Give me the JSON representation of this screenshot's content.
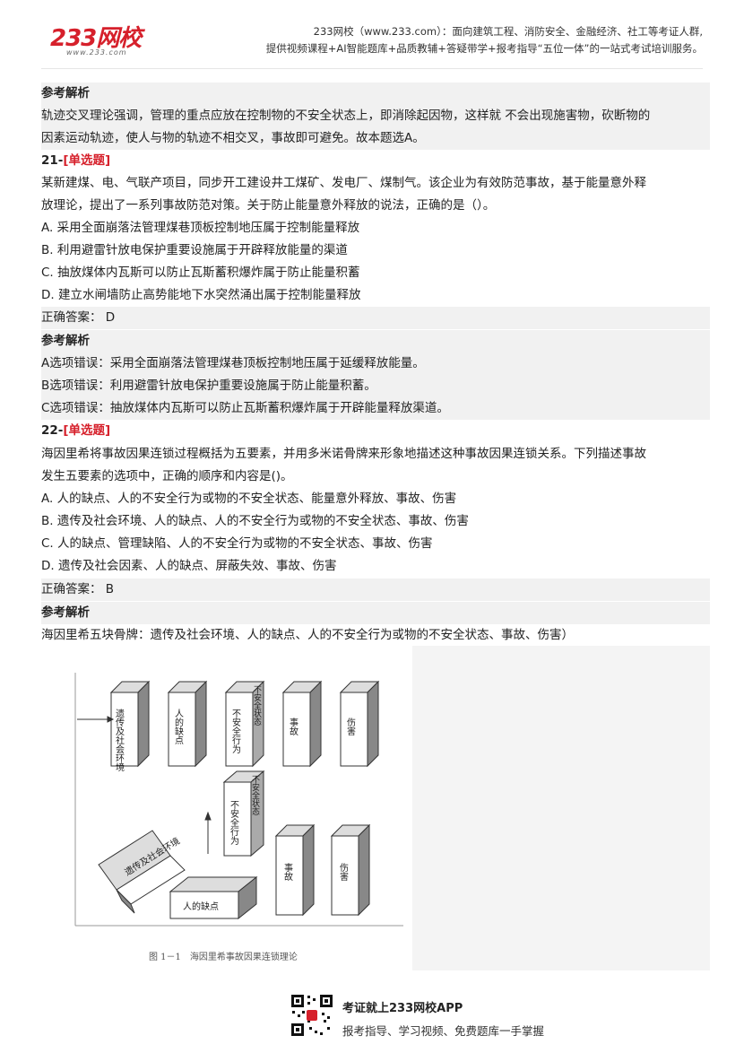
{
  "header": {
    "logo": "233网校",
    "logo_url": "www.233.com",
    "line1": "233网校（www.233.com）：面向建筑工程、消防安全、金融经济、社工等考证人群,",
    "line2": "提供视频课程+AI智能题库+品质教辅+答疑带学+报考指导“五位一体”的一站式考试培训服务。"
  },
  "section_prev": {
    "analysis_title": "参考解析",
    "analysis_line1": "轨迹交叉理论强调，管理的重点应放在控制物的不安全状态上，即消除起因物，这样就 不会出现施害物，砍断物的",
    "analysis_line2": "因素运动轨迹，使人与物的轨迹不相交叉，事故即可避免。故本题选A。"
  },
  "q21": {
    "number": "21-",
    "tag": "[单选题]",
    "stem_line1": "某新建煤、电、气联产项目，同步开工建设井工煤矿、发电厂、煤制气。该企业为有效防范事故，基于能量意外释",
    "stem_line2": "放理论，提出了一系列事故防范对策。关于防止能量意外释放的说法，正确的是（）。",
    "options": [
      "A. 采用全面崩落法管理煤巷顶板控制地压属于控制能量释放",
      "B. 利用避雷针放电保护重要设施属于开辟释放能量的渠道",
      "C. 抽放煤体内瓦斯可以防止瓦斯蓄积爆炸属于防止能量积蓄",
      "D. 建立水闸墙防止高势能地下水突然涌出属于控制能量释放"
    ],
    "answer": "正确答案：  D",
    "analysis_title": "参考解析",
    "analysis": [
      "A选项错误：采用全面崩落法管理煤巷顶板控制地压属于延缓释放能量。",
      "B选项错误：利用避雷针放电保护重要设施属于防止能量积蓄。",
      "C选项错误：抽放煤体内瓦斯可以防止瓦斯蓄积爆炸属于开辟能量释放渠道。"
    ]
  },
  "q22": {
    "number": "22-",
    "tag": "[单选题]",
    "stem_line1": "海因里希将事故因果连锁过程概括为五要素，并用多米诺骨牌来形象地描述这种事故因果连锁关系。下列描述事故",
    "stem_line2": "发生五要素的选项中，正确的顺序和内容是()。",
    "options": [
      "A. 人的缺点、人的不安全行为或物的不安全状态、能量意外释放、事故、伤害",
      "B. 遗传及社会环境、人的缺点、人的不安全行为或物的不安全状态、事故、伤害",
      "C. 人的缺点、管理缺陷、人的不安全行为或物的不安全状态、事故、伤害",
      "D. 遗传及社会因素、人的缺点、屏蔽失效、事故、伤害"
    ],
    "answer": "正确答案：  B",
    "analysis_title": "参考解析",
    "analysis": "海因里希五块骨牌：遗传及社会环境、人的缺点、人的不安全行为或物的不安全状态、事故、伤害）"
  },
  "figure": {
    "top_blocks": [
      "遗传及社会环境",
      "人的缺点",
      "不安全行为",
      "不安全状态",
      "事故",
      "伤害"
    ],
    "mid_block_front": "不安全行为",
    "mid_block_side": "不安全状态",
    "fallen_block1": "遗传及社会环境",
    "fallen_block2": "人的缺点",
    "bottom_blocks": [
      "事故",
      "伤害"
    ],
    "caption": "图 1－1　海因里希事故因果连锁理论"
  },
  "footer": {
    "title": "考证就上233网校APP",
    "subtitle": "报考指导、学习视频、免费题库一手掌握"
  }
}
